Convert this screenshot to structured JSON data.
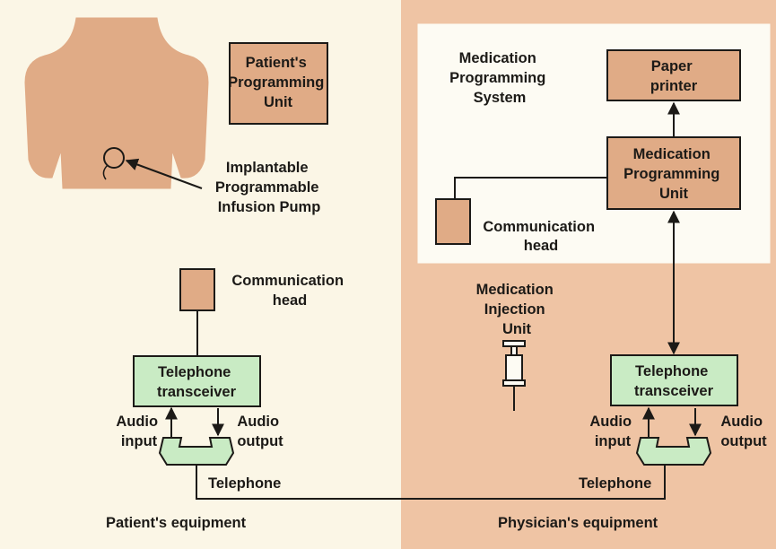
{
  "colors": {
    "patient_bg": "#fbf6e6",
    "physician_bg": "#efc4a4",
    "inset_bg": "#fdfbf3",
    "device_orange": "#e0ab86",
    "transceiver_green": "#c9ebc4",
    "line": "#1c1a17"
  },
  "patient": {
    "programming_unit": [
      "Patient's",
      "Programming",
      "Unit"
    ],
    "pump_label": [
      "Implantable",
      "Programmable",
      "Infusion Pump"
    ],
    "comm_head": [
      "Communication",
      "head"
    ],
    "transceiver": [
      "Telephone",
      "transceiver"
    ],
    "audio_input": [
      "Audio",
      "input"
    ],
    "audio_output": [
      "Audio",
      "output"
    ],
    "telephone": "Telephone",
    "footer": "Patient's equipment"
  },
  "physician": {
    "system_title": [
      "Medication",
      "Programming",
      "System"
    ],
    "printer": [
      "Paper",
      "printer"
    ],
    "programming_unit": [
      "Medication",
      "Programming",
      "Unit"
    ],
    "comm_head": [
      "Communication",
      "head"
    ],
    "injection_unit": [
      "Medication",
      "Injection",
      "Unit"
    ],
    "transceiver": [
      "Telephone",
      "transceiver"
    ],
    "audio_input": [
      "Audio",
      "input"
    ],
    "audio_output": [
      "Audio",
      "output"
    ],
    "telephone": "Telephone",
    "footer": "Physician's equipment"
  }
}
